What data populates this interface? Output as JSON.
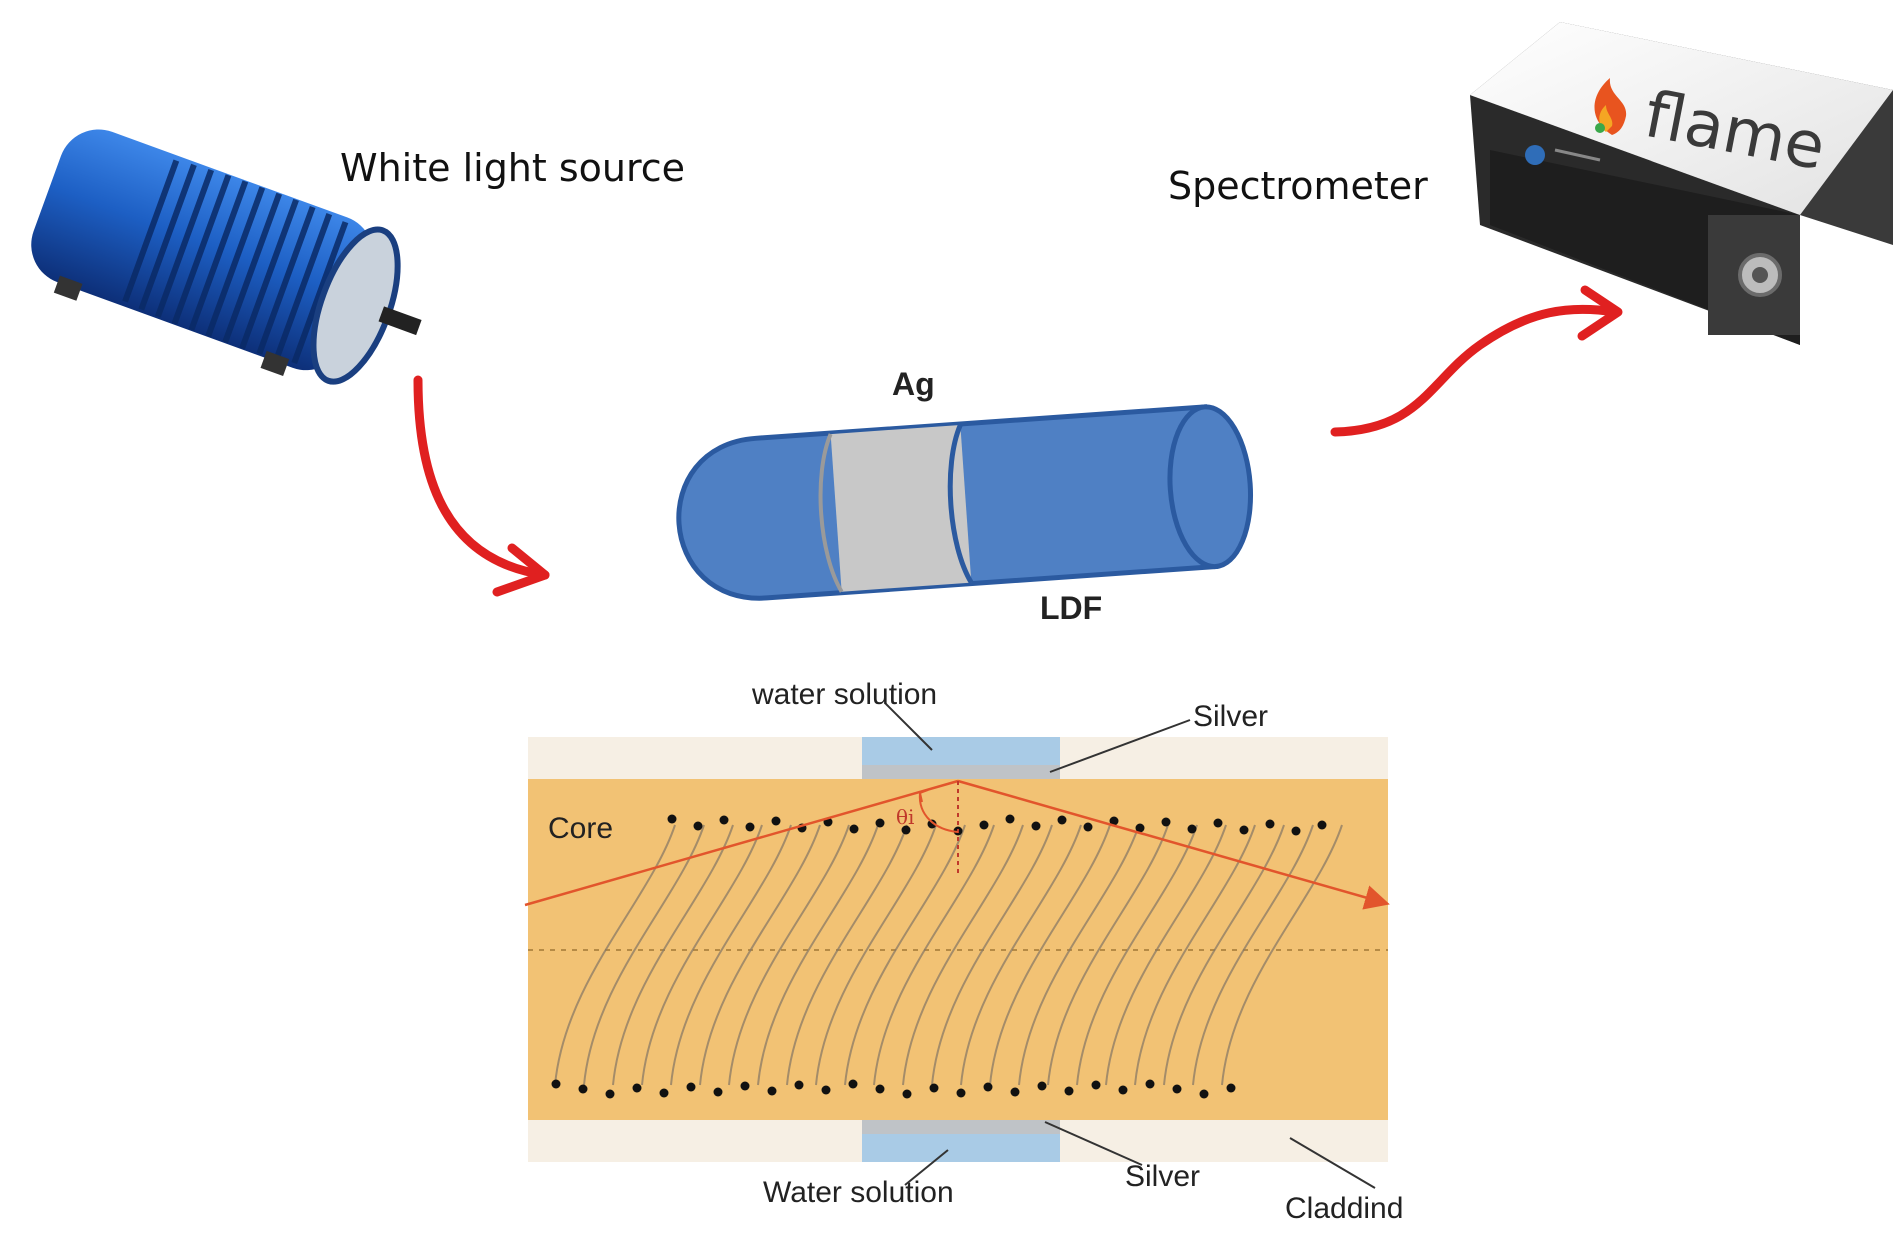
{
  "labels": {
    "light_source": "White light source",
    "spectrometer": "Spectrometer",
    "silver_coating": "Ag",
    "fiber": "LDF",
    "water_top": "water solution",
    "silver_top": "Silver",
    "core": "Core",
    "angle": "θi",
    "water_bottom": "Water solution",
    "silver_bottom": "Silver",
    "cladding": "Claddind"
  },
  "spectrometer_brand": "flame",
  "colors": {
    "arrow": "#e02020",
    "fiber_blue": "#4f80c4",
    "silver": "#c8c8c8",
    "core": "#f2c274",
    "cladding": "#f6efe4",
    "water": "#a9cbe6",
    "device_blue": "#1f5fb8"
  }
}
